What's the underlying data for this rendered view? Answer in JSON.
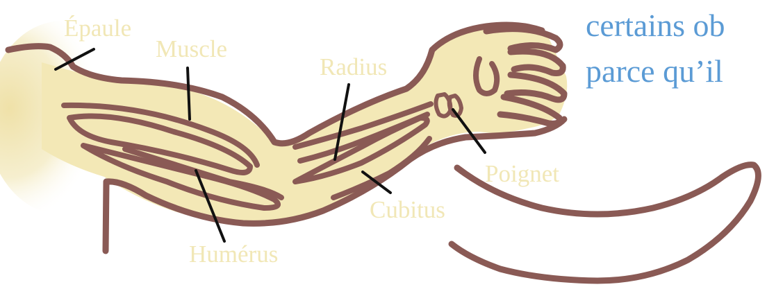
{
  "side_text": {
    "line1": "certains ob",
    "line2": "parce qu’il"
  },
  "labels": {
    "epaule": "Épaule",
    "muscle": "Muscle",
    "radius": "Radius",
    "poignet": "Poignet",
    "cubitus": "Cubitus",
    "humerus": "Humérus"
  },
  "colors": {
    "outline": "#8a5a55",
    "skin": "#f3e8b6",
    "label": "#f1e7b6",
    "pointer": "#111111",
    "side_text": "#5b9bd5"
  }
}
